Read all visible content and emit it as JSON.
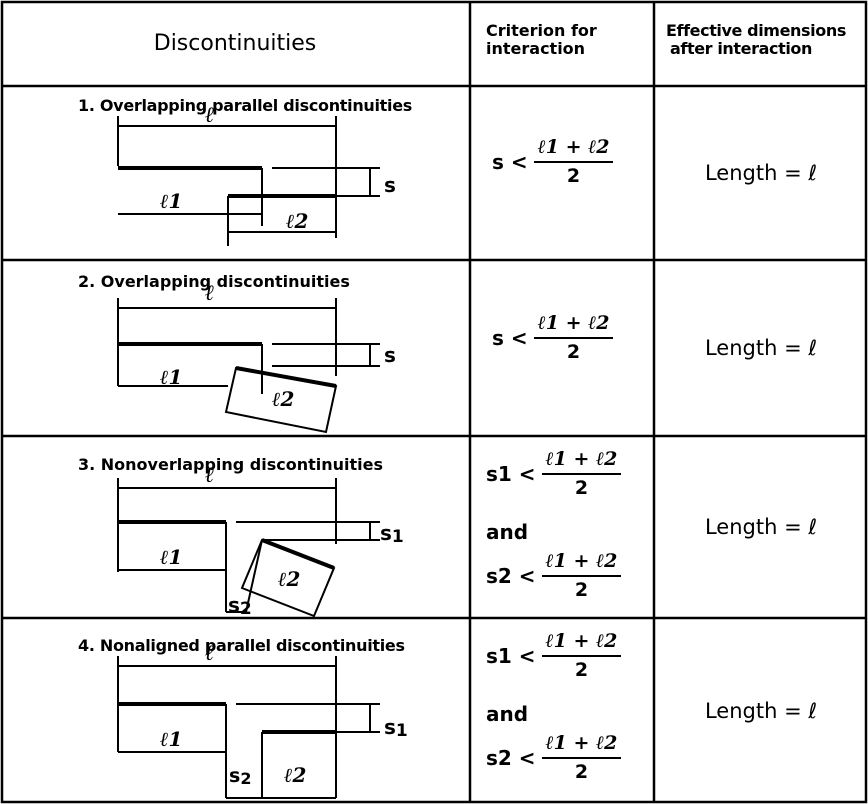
{
  "header": {
    "col1": "Discontinuities",
    "col2_line1": "Criterion for",
    "col2_line2": "interaction",
    "col3_line1": "Effective dimensions",
    "col3_line2": "after interaction"
  },
  "symbols": {
    "ell": "ℓ",
    "ell1": "ℓ1",
    "ell2": "ℓ2",
    "s": "s",
    "s1": "s1",
    "s2": "s2",
    "sub1": "1",
    "sub2": "2"
  },
  "rows": [
    {
      "title": "1. Overlapping parallel discontinuities",
      "criterion": {
        "lhs": "s <",
        "numerator": "ℓ1 + ℓ2",
        "denominator": "2"
      },
      "effective": "Length = ℓ"
    },
    {
      "title": "2. Overlapping discontinuities",
      "criterion": {
        "lhs": "s <",
        "numerator": "ℓ1 + ℓ2",
        "denominator": "2"
      },
      "effective": "Length = ℓ"
    },
    {
      "title": "3. Nonoverlapping discontinuities",
      "criterion": {
        "lhs1": "s1 <",
        "numerator1": "ℓ1 + ℓ2",
        "denominator1": "2",
        "and": "and",
        "lhs2": "s2 <",
        "numerator2": "ℓ1 + ℓ2",
        "denominator2": "2"
      },
      "effective": "Length = ℓ"
    },
    {
      "title": "4. Nonaligned parallel discontinuities",
      "criterion": {
        "lhs1": "s1 <",
        "numerator1": "ℓ1 + ℓ2",
        "denominator1": "2",
        "and": "and",
        "lhs2": "s2 <",
        "numerator2": "ℓ1 + ℓ2",
        "denominator2": "2"
      },
      "effective": "Length = ℓ"
    }
  ]
}
